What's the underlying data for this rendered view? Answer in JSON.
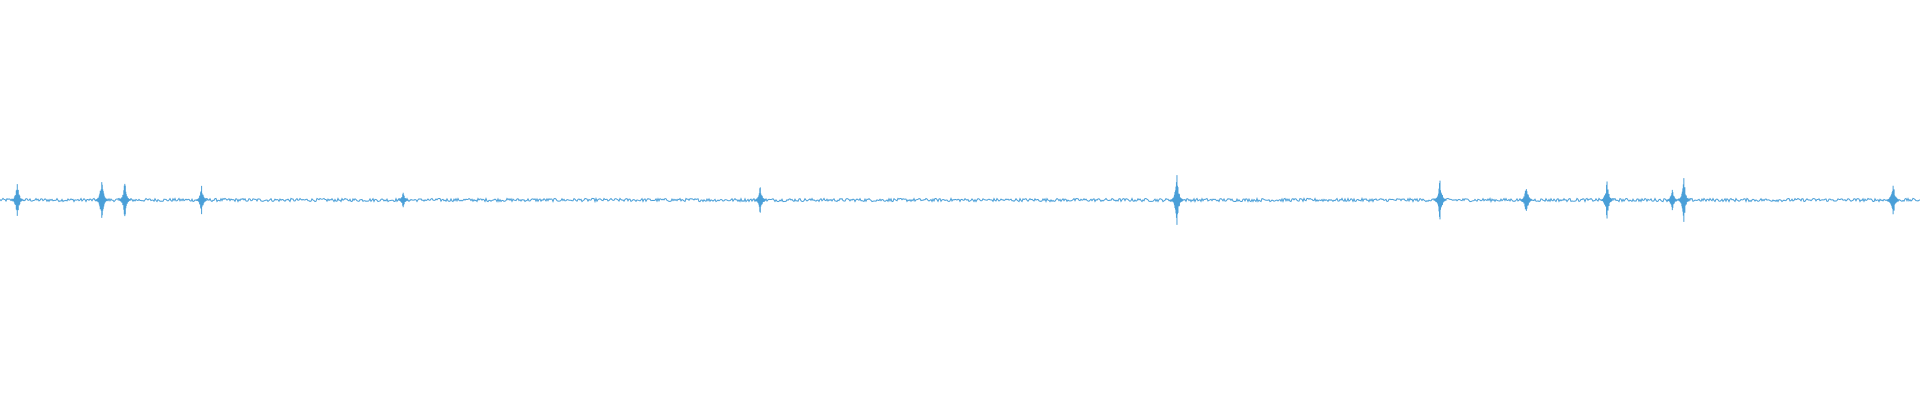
{
  "colors": {
    "background": "#ffffff",
    "waveform": "#4a9fd8"
  },
  "chart_data": {
    "type": "line",
    "title": "",
    "xlabel": "",
    "ylabel": "",
    "xlim": [
      0,
      1
    ],
    "ylim": [
      -1,
      1
    ],
    "grid": false,
    "axes_visible": false,
    "baseline_amplitude": 0.008,
    "series": [
      {
        "color": "#4a9fd8",
        "transients": [
          {
            "t": 0.009,
            "amp": 0.1
          },
          {
            "t": 0.053,
            "amp": 0.12
          },
          {
            "t": 0.065,
            "amp": 0.11
          },
          {
            "t": 0.105,
            "amp": 0.08
          },
          {
            "t": 0.21,
            "amp": 0.04
          },
          {
            "t": 0.396,
            "amp": 0.08
          },
          {
            "t": 0.613,
            "amp": 0.14
          },
          {
            "t": 0.75,
            "amp": 0.12
          },
          {
            "t": 0.795,
            "amp": 0.09
          },
          {
            "t": 0.837,
            "amp": 0.11
          },
          {
            "t": 0.871,
            "amp": 0.06
          },
          {
            "t": 0.877,
            "amp": 0.12
          },
          {
            "t": 0.986,
            "amp": 0.1
          }
        ]
      }
    ]
  }
}
